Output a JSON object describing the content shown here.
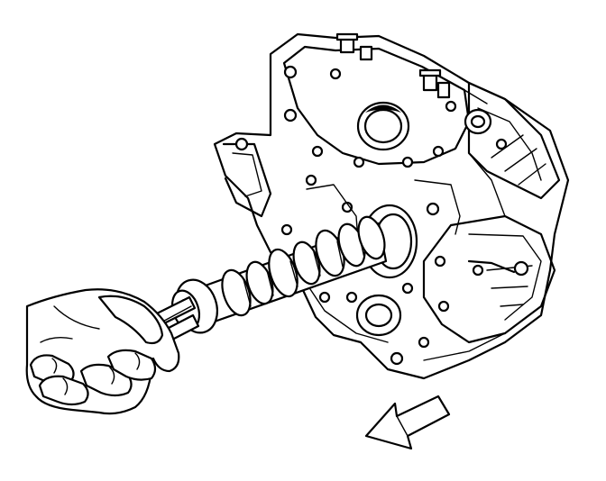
{
  "figure": {
    "subject": "camshaft-removal",
    "colors": {
      "line": "#000000",
      "background": "#ffffff"
    }
  },
  "camshaft": {
    "lobe_count": 7
  },
  "arrow": {
    "direction": "down-left"
  }
}
